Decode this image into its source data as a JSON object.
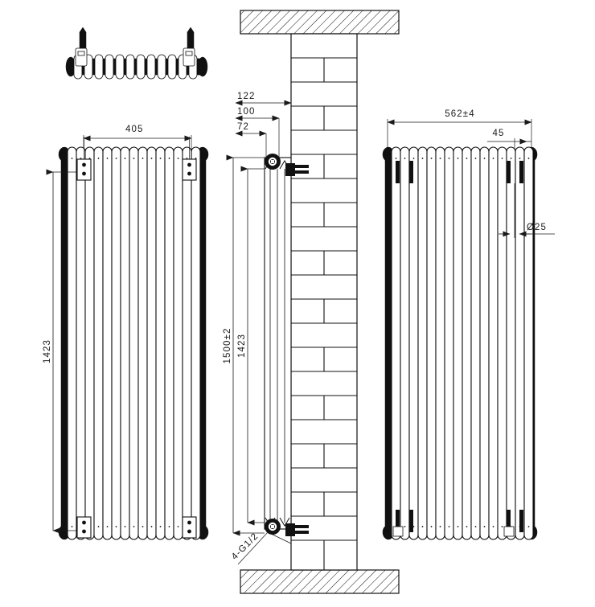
{
  "drawing": {
    "title": "Column Radiator Technical Drawing",
    "background_color": "#ffffff",
    "line_color": "#111111",
    "text_color": "#1a1a1a",
    "sheet_width": 740,
    "sheet_height": 755
  },
  "dimensions": {
    "front_width": "405",
    "front_height": "1423",
    "wall_offset_outer": "122",
    "wall_offset_mid": "100",
    "wall_offset_inner": "72",
    "mount_height": "1500±2",
    "section_height": "1423",
    "rear_width": "562±4",
    "rear_end_offset": "45",
    "pipe_diameter": "Ø25",
    "port_callout": "4-G1/2"
  },
  "views": {
    "top_plan": {
      "name": "top-plan-view",
      "fin_count": 13,
      "bracket_count": 2
    },
    "front_elevation": {
      "name": "front-elevation-view",
      "fin_count": 16,
      "bracket_count": 4
    },
    "section_wall": {
      "name": "wall-section-view",
      "wall_material": "brick",
      "brick_courses": 22,
      "port_count": 2,
      "slab_top": "ceiling-slab",
      "slab_bottom": "floor-slab"
    },
    "rear_elevation": {
      "name": "rear-elevation-view",
      "fin_count": 16,
      "valve_stub_count": 4
    }
  }
}
